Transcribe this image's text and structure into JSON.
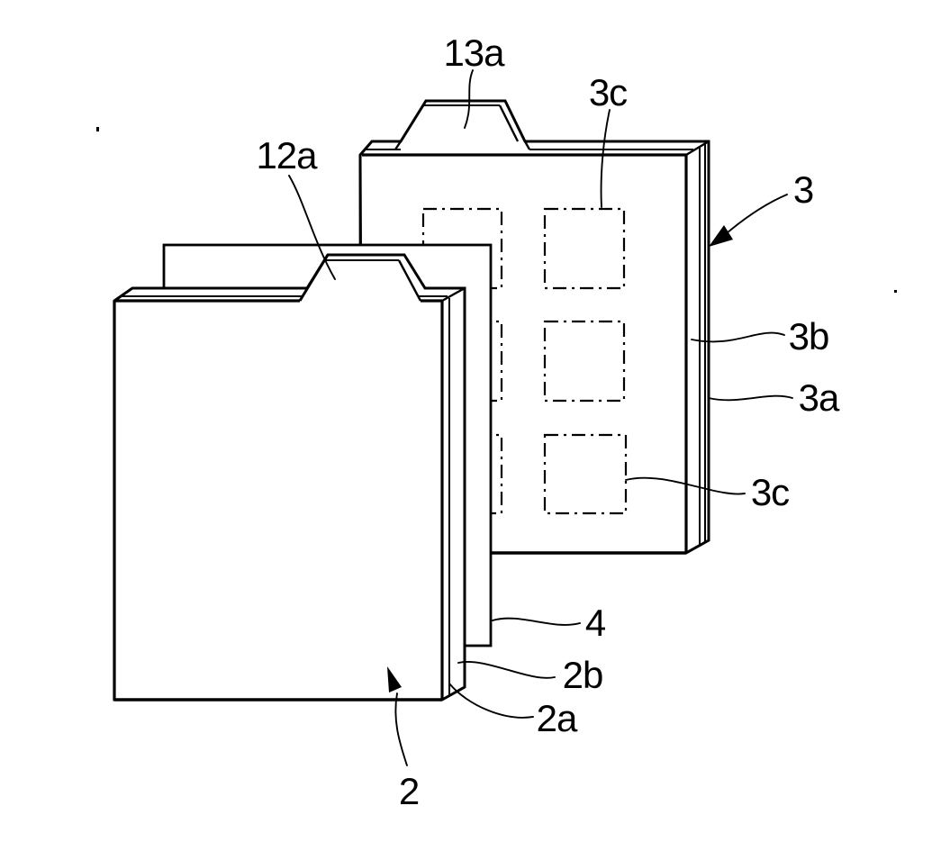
{
  "figure": {
    "kind": "patent-style line drawing of stacked plates (electrode plates with tabs, separator sheet, dashed coated regions)",
    "ink_color": "#000000",
    "background_color": "#ffffff",
    "labels": {
      "rear_tab": "13a",
      "front_tab": "12a",
      "rear_plate": "3",
      "rear_plate_substrate": "3a",
      "rear_plate_layer": "3b",
      "rear_region_top": "3c",
      "rear_region_bottom": "3c",
      "separator": "4",
      "front_plate": "2",
      "front_plate_substrate": "2a",
      "front_plate_layer": "2b"
    }
  }
}
